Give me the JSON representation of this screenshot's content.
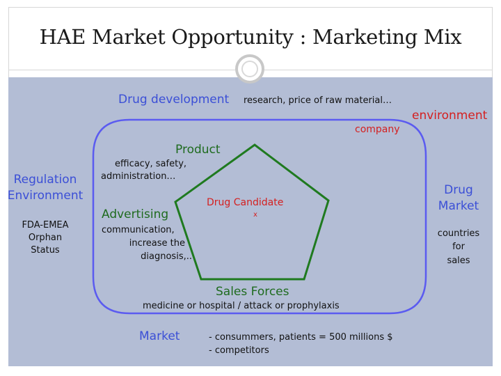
{
  "slide": {
    "title": "HAE Market Opportunity : Marketing Mix"
  },
  "labels": {
    "drug_development": "Drug development",
    "research": "research, price of raw material…",
    "environment": "environment",
    "company": "company",
    "product": "Product",
    "product_desc_1": "efficacy, safety,",
    "product_desc_2": "administration…",
    "regulation_1": "Regulation",
    "regulation_2": "Environment",
    "fda_1": "FDA-EMEA",
    "fda_2": "Orphan",
    "fda_3": "Status",
    "advertising": "Advertising",
    "advertising_desc_1": "communication,",
    "advertising_desc_2": "increase the",
    "advertising_desc_3": "diagnosis,..",
    "drug_candidate": "Drug Candidate",
    "drug_candidate_mark": "x",
    "drug_market_1": "Drug",
    "drug_market_2": "Market",
    "countries_1": "countries",
    "countries_2": "for",
    "countries_3": "sales",
    "sales_forces": "Sales Forces",
    "sales_desc": "medicine or hospital / attack or prophylaxis",
    "market": "Market",
    "market_desc_1": "- consummers, patients = 500 millions $",
    "market_desc_2": "- competitors"
  },
  "colors": {
    "panel": "#b3bdd5",
    "rounded_frame": "#5b5bf0",
    "pentagon": "#1f7a1f",
    "blue_text": "#3b4fd6",
    "green_text": "#1f6b1f",
    "red_text": "#d42020"
  }
}
